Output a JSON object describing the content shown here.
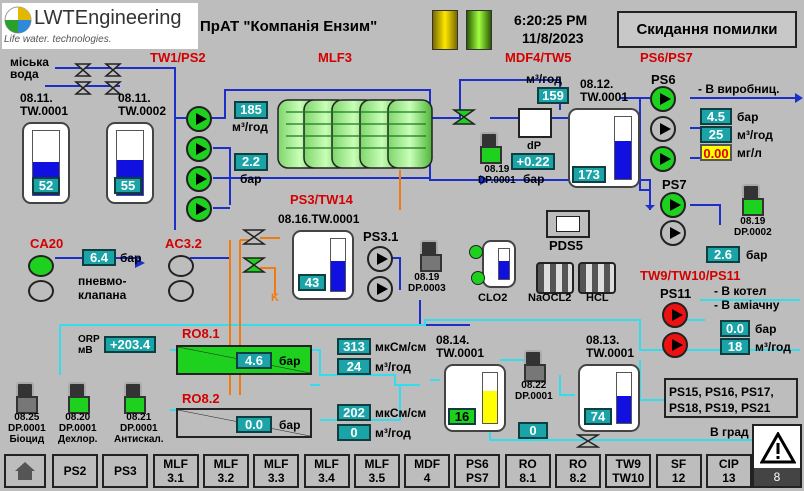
{
  "header": {
    "brand": "LWTEngineering",
    "brand_tagline": "Life water. technologies.",
    "company": "ПрАТ \"Компанія Ензим\"",
    "time": "6:20:25 PM",
    "date": "11/8/2023",
    "reset_button": "Скидання помилки"
  },
  "sections": {
    "tw1_ps2": "TW1/PS2",
    "mlf3": "MLF3",
    "mdf4_tw5": "MDF4/TW5",
    "ps6_ps7": "PS6/PS7",
    "ps3_tw14": "PS3/TW14",
    "ro81": "RO8.1",
    "ro82": "RO8.2",
    "tw9": "TW9/TW10/PS11",
    "ca20": "CA20",
    "ac32": "AC3.2"
  },
  "labels": {
    "city_water": "міська\nвода",
    "tank1": "08.11.\nTW.0001",
    "tank2": "08.11.\nTW.0002",
    "tank_tw5": "08.12.\nTW.0001",
    "tank_tw14": "08.16.TW.0001",
    "tank_tw10": "08.14.\nTW.0001",
    "tank_tw13": "08.13.\nTW.0001",
    "ps6": "PS6",
    "ps7": "PS7",
    "ps11": "PS11",
    "ps31": "PS3.1",
    "to_production": "- В виробниц.",
    "to_boiler": "- В котел",
    "to_ammonia": "- В аміачну",
    "to_city": "В град",
    "pneumo": "пневмо-\nклапана",
    "clo2": "CLO2",
    "naocl2": "NaOCL2",
    "hcl": "HCL",
    "pds5": "PDS5",
    "orp": "ORP\nмВ",
    "dp": "dP",
    "k": "K",
    "dp0001": "08.19\nDP.0001",
    "dp0002": "08.19\nDP.0002",
    "dp0003": "08.19\nDP.0003",
    "dp_0822": "08.22\nDP.0001",
    "s25": "08.25\nDP.0001\nБіоцид",
    "s20": "08.20\nDP.0001\nДехлор.",
    "s21": "08.21\nDP.0001\nАнтискал.",
    "ps_list": "PS15, PS16, PS17,\nPS18, PS19, PS21"
  },
  "values": {
    "flow_185": "185",
    "unit_m3h": "м³/год",
    "pressure_22": "2.2",
    "unit_bar": "бар",
    "tank1_level": "52",
    "tank2_level": "55",
    "flow_159": "159",
    "dp_022": "+0.22",
    "tw5_level": "173",
    "ps6_pressure": "4.5",
    "ps6_flow": "25",
    "ps6_chlorine": "0.00",
    "unit_mgl": "мг/л",
    "ps7_pressure": "2.6",
    "tw14_level": "43",
    "ca20_pressure": "6.4",
    "orp_value": "+203.4",
    "ro81_pressure": "4.6",
    "ro82_pressure": "0.0",
    "cond_313": "313",
    "unit_uscm": "мкСм/см",
    "flow_24": "24",
    "cond_202": "202",
    "flow_0": "0",
    "tw10_level": "16",
    "dp_0822_val": "0",
    "tw13_level": "74",
    "ps11_pressure": "0.0",
    "ps11_flow": "18"
  },
  "levels": {
    "tank1": 0.52,
    "tank2": 0.55,
    "tw5": 0.62,
    "tw14": 0.58,
    "tw10": 0.65,
    "tw13": 0.55
  },
  "nav": {
    "home": "home",
    "items": [
      "PS2",
      "PS3",
      "MLF\n3.1",
      "MLF\n3.2",
      "MLF\n3.3",
      "MLF\n3.4",
      "MLF\n3.5",
      "MDF\n4",
      "PS6\nPS7",
      "RO\n8.1",
      "RO\n8.2",
      "TW9\nTW10",
      "SF\n12",
      "CIP\n13"
    ],
    "alarm_count": "8"
  },
  "colors": {
    "panel_bg": "#bdbdbd",
    "value_box": "#1aa4a8",
    "pipe_blue": "#1c2fc9",
    "pipe_cyan": "#33ddee",
    "pipe_orange": "#f07a10",
    "pump_on": "#1fd11f",
    "pump_alarm": "#ee1111",
    "section_red": "#d40000"
  }
}
